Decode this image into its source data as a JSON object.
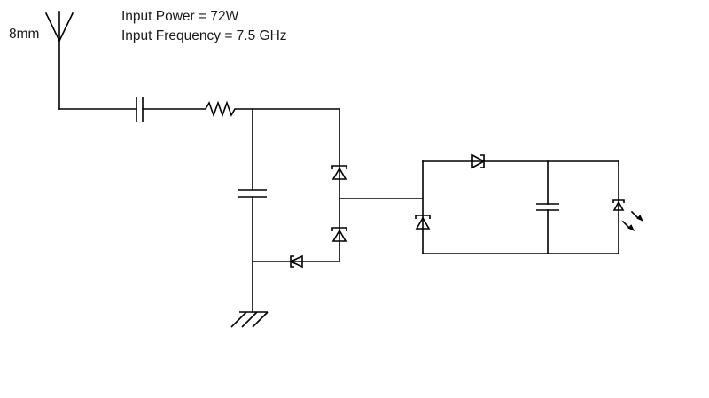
{
  "diagram": {
    "type": "circuit-schematic",
    "description_visible": false,
    "colors": {
      "background": "#ffffff",
      "line": "#000000",
      "text": "#1a1a1a"
    }
  },
  "labels": {
    "antenna_size": "8mm",
    "input_power": "Input Power = 72W",
    "input_frequency": "Input Frequency = 7.5 GHz"
  },
  "components": [
    "antenna",
    "series-capacitor",
    "resistor",
    "shunt-capacitor",
    "rectifier-diode-upper",
    "rectifier-diode-lower",
    "return-diode",
    "series-diode",
    "shunt-diode",
    "smoothing-capacitor",
    "led",
    "ground"
  ]
}
